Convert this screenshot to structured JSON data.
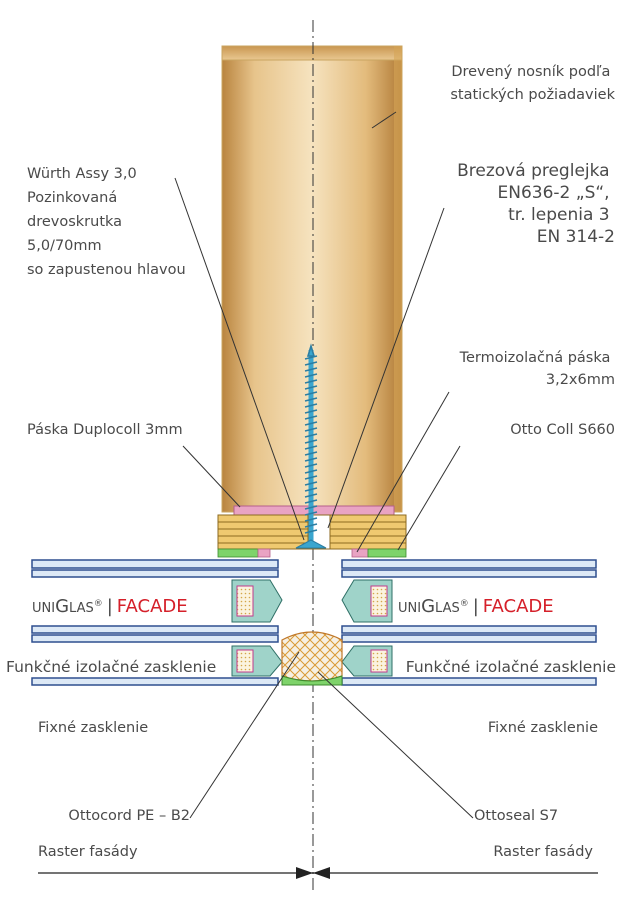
{
  "labels": {
    "beam": [
      "Drevený nosník podľa",
      "statických požiadaviek"
    ],
    "screw": [
      "Würth Assy 3,0",
      "Pozinkovaná",
      "drevoskrutka",
      "5,0/70mm",
      "so zapustenou hlavou"
    ],
    "plywood": [
      "Brezová preglejka",
      "EN636-2 „S“,",
      "tr. lepenia 3",
      "EN 314-2"
    ],
    "thermo_tape": [
      "Termoizolačná páska",
      "3,2x6mm"
    ],
    "duplocoll": "Páska Duplocoll 3mm",
    "ottocoll": "Otto Coll S660",
    "functional_glazing": "Funkčné izolačné zasklenie",
    "fixed_glazing": "Fixné zasklenie",
    "ottocord": "Ottocord PE – B2",
    "ottoseal": "Ottoseal S7",
    "raster": "Raster fasády"
  },
  "brand": {
    "uni": "UNI",
    "g": "G",
    "las": "LAS",
    "reg": "®",
    "sep": "|",
    "facade": "FACADE"
  },
  "colors": {
    "wood_light": "#f3dcb2",
    "wood_dark": "#c8914a",
    "plywood": "#efc970",
    "pink_tape": "#e9a3c3",
    "green_seal": "#7ed36a",
    "glass_line": "#2e4f8f",
    "glass_fill": "#dde9f6",
    "spacer": "#9fd3c9",
    "screw": "#3aa6cf",
    "facade_red": "#d5202a",
    "text": "#4a4a4a"
  }
}
